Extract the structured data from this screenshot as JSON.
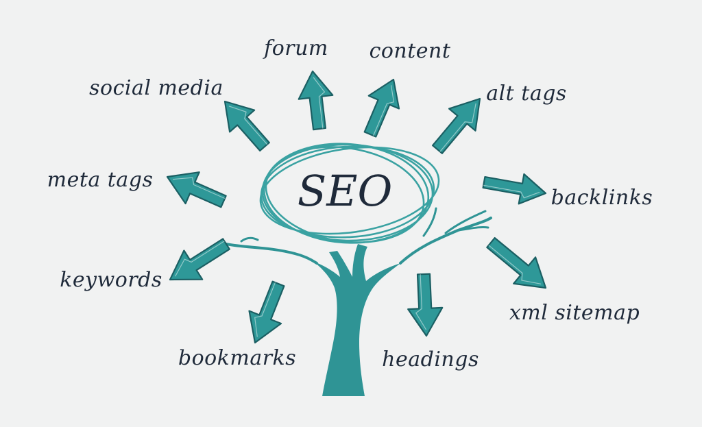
{
  "center": {
    "label": "SEO"
  },
  "colors": {
    "background": "#f1f2f2",
    "arrow_fill": "#2e9898",
    "arrow_stroke": "#1b5f63",
    "tree": "#2f9495",
    "text": "#1f2a3a"
  },
  "topics": [
    {
      "id": "forum",
      "label": "forum",
      "arrow_icon": "arrow-up-icon"
    },
    {
      "id": "content",
      "label": "content",
      "arrow_icon": "arrow-up-right-icon"
    },
    {
      "id": "social-media",
      "label": "social media",
      "arrow_icon": "arrow-up-left-icon"
    },
    {
      "id": "alt-tags",
      "label": "alt tags",
      "arrow_icon": "arrow-up-right-icon"
    },
    {
      "id": "meta-tags",
      "label": "meta tags",
      "arrow_icon": "arrow-left-icon"
    },
    {
      "id": "backlinks",
      "label": "backlinks",
      "arrow_icon": "arrow-right-icon"
    },
    {
      "id": "keywords",
      "label": "keywords",
      "arrow_icon": "arrow-down-left-icon"
    },
    {
      "id": "xml-sitemap",
      "label": "xml sitemap",
      "arrow_icon": "arrow-down-right-icon"
    },
    {
      "id": "bookmarks",
      "label": "bookmarks",
      "arrow_icon": "arrow-down-icon"
    },
    {
      "id": "headings",
      "label": "headings",
      "arrow_icon": "arrow-down-icon"
    }
  ]
}
